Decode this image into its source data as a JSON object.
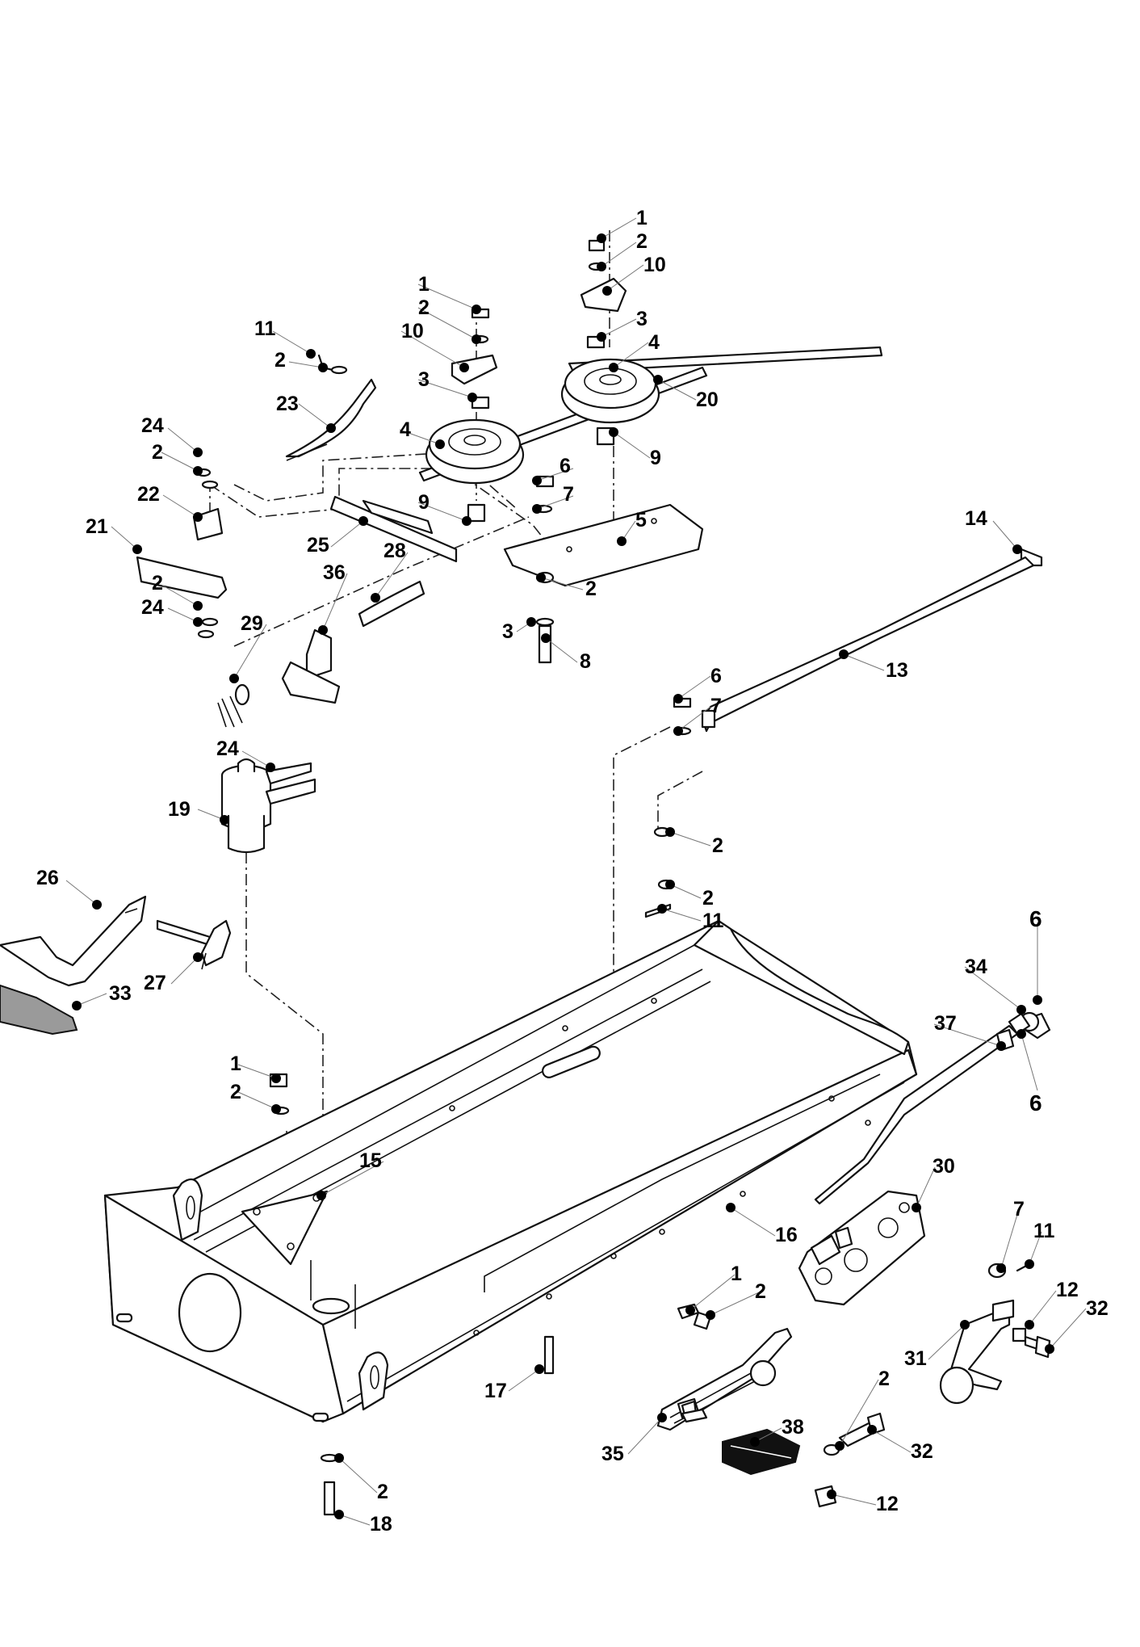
{
  "labels": [
    {
      "id": "l1a",
      "text": "1"
    },
    {
      "id": "l2a",
      "text": "2"
    },
    {
      "id": "l10a",
      "text": "10"
    },
    {
      "id": "l3a",
      "text": "3"
    },
    {
      "id": "l4a",
      "text": "4"
    },
    {
      "id": "l20",
      "text": "20"
    },
    {
      "id": "l9a",
      "text": "9"
    },
    {
      "id": "l1b",
      "text": "1"
    },
    {
      "id": "l2b",
      "text": "2"
    },
    {
      "id": "l10b",
      "text": "10"
    },
    {
      "id": "l3b",
      "text": "3"
    },
    {
      "id": "l4b",
      "text": "4"
    },
    {
      "id": "l9b",
      "text": "9"
    },
    {
      "id": "l11a",
      "text": "11"
    },
    {
      "id": "l2c",
      "text": "2"
    },
    {
      "id": "l23",
      "text": "23"
    },
    {
      "id": "l24a",
      "text": "24"
    },
    {
      "id": "l2d",
      "text": "2"
    },
    {
      "id": "l22",
      "text": "22"
    },
    {
      "id": "l21",
      "text": "21"
    },
    {
      "id": "l2e",
      "text": "2"
    },
    {
      "id": "l24b",
      "text": "24"
    },
    {
      "id": "l6a",
      "text": "6"
    },
    {
      "id": "l7a",
      "text": "7"
    },
    {
      "id": "l5",
      "text": "5"
    },
    {
      "id": "l25",
      "text": "25"
    },
    {
      "id": "l28",
      "text": "28"
    },
    {
      "id": "l36",
      "text": "36"
    },
    {
      "id": "l2f",
      "text": "2"
    },
    {
      "id": "l3c",
      "text": "3"
    },
    {
      "id": "l8",
      "text": "8"
    },
    {
      "id": "l29",
      "text": "29"
    },
    {
      "id": "l14",
      "text": "14"
    },
    {
      "id": "l13",
      "text": "13"
    },
    {
      "id": "l6b",
      "text": "6"
    },
    {
      "id": "l7b",
      "text": "7"
    },
    {
      "id": "l24c",
      "text": "24"
    },
    {
      "id": "l19",
      "text": "19"
    },
    {
      "id": "l2g",
      "text": "2"
    },
    {
      "id": "l2h",
      "text": "2"
    },
    {
      "id": "l11b",
      "text": "11"
    },
    {
      "id": "l26",
      "text": "26"
    },
    {
      "id": "l27",
      "text": "27"
    },
    {
      "id": "l33",
      "text": "33"
    },
    {
      "id": "l6c",
      "text": "6"
    },
    {
      "id": "l34",
      "text": "34"
    },
    {
      "id": "l37",
      "text": "37"
    },
    {
      "id": "l6d",
      "text": "6"
    },
    {
      "id": "l1c",
      "text": "1"
    },
    {
      "id": "l2i",
      "text": "2"
    },
    {
      "id": "l15",
      "text": "15"
    },
    {
      "id": "l30",
      "text": "30"
    },
    {
      "id": "l16",
      "text": "16"
    },
    {
      "id": "l7c",
      "text": "7"
    },
    {
      "id": "l11c",
      "text": "11"
    },
    {
      "id": "l1d",
      "text": "1"
    },
    {
      "id": "l2j",
      "text": "2"
    },
    {
      "id": "l12a",
      "text": "12"
    },
    {
      "id": "l32a",
      "text": "32"
    },
    {
      "id": "l31",
      "text": "31"
    },
    {
      "id": "l17",
      "text": "17"
    },
    {
      "id": "l2k",
      "text": "2"
    },
    {
      "id": "l38",
      "text": "38"
    },
    {
      "id": "l35",
      "text": "35"
    },
    {
      "id": "l32b",
      "text": "32"
    },
    {
      "id": "l12b",
      "text": "12"
    },
    {
      "id": "l2l",
      "text": "2"
    },
    {
      "id": "l18",
      "text": "18"
    }
  ]
}
